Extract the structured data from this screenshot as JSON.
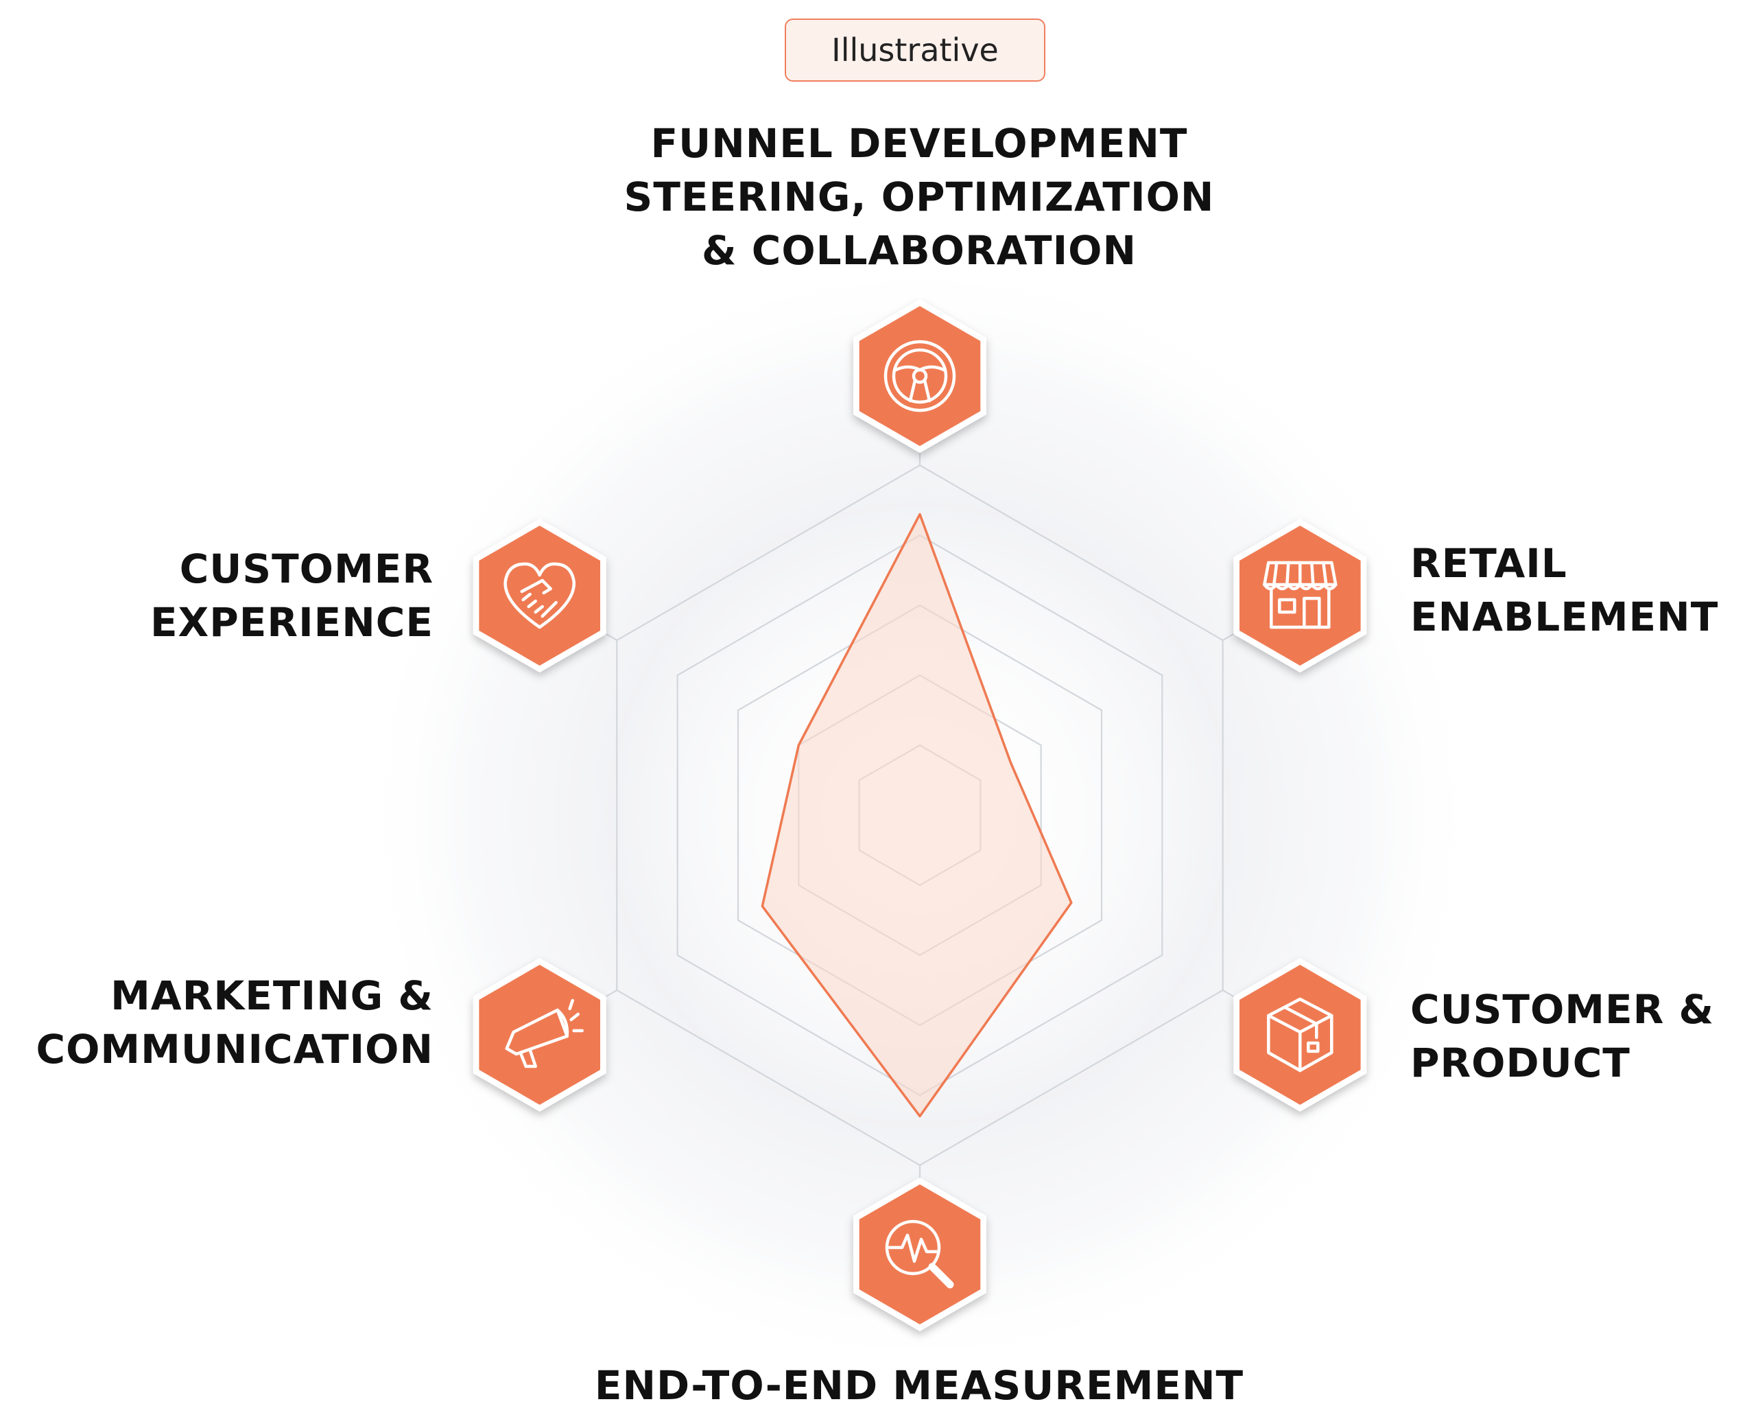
{
  "badge": "Illustrative",
  "colors": {
    "accent": "#ef7a52",
    "grid": "#d3d6db",
    "fill": "#fbd9cb",
    "text": "#111111"
  },
  "axes": [
    {
      "lines": [
        "FUNNEL DEVELOPMENT",
        "STEERING, OPTIMIZATION",
        "& COLLABORATION"
      ],
      "icon": "steering-wheel-icon"
    },
    {
      "lines": [
        "RETAIL",
        "ENABLEMENT"
      ],
      "icon": "storefront-icon"
    },
    {
      "lines": [
        "CUSTOMER &",
        "PRODUCT"
      ],
      "icon": "package-box-icon"
    },
    {
      "lines": [
        "END-TO-END MEASUREMENT"
      ],
      "icon": "pulse-magnifier-icon"
    },
    {
      "lines": [
        "MARKETING &",
        "COMMUNICATION"
      ],
      "icon": "megaphone-icon"
    },
    {
      "lines": [
        "CUSTOMER",
        "EXPERIENCE"
      ],
      "icon": "heart-handshake-icon"
    }
  ],
  "chart_data": {
    "type": "radar",
    "title": "",
    "categories": [
      "FUNNEL DEVELOPMENT STEERING, OPTIMIZATION & COLLABORATION",
      "RETAIL ENABLEMENT",
      "CUSTOMER & PRODUCT",
      "END-TO-END MEASUREMENT",
      "MARKETING & COMMUNICATION",
      "CUSTOMER EXPERIENCE"
    ],
    "rings": 5,
    "range": [
      0,
      5
    ],
    "grid": true,
    "series": [
      {
        "values": [
          4.3,
          1.5,
          2.5,
          4.3,
          2.6,
          2.0
        ]
      }
    ]
  }
}
